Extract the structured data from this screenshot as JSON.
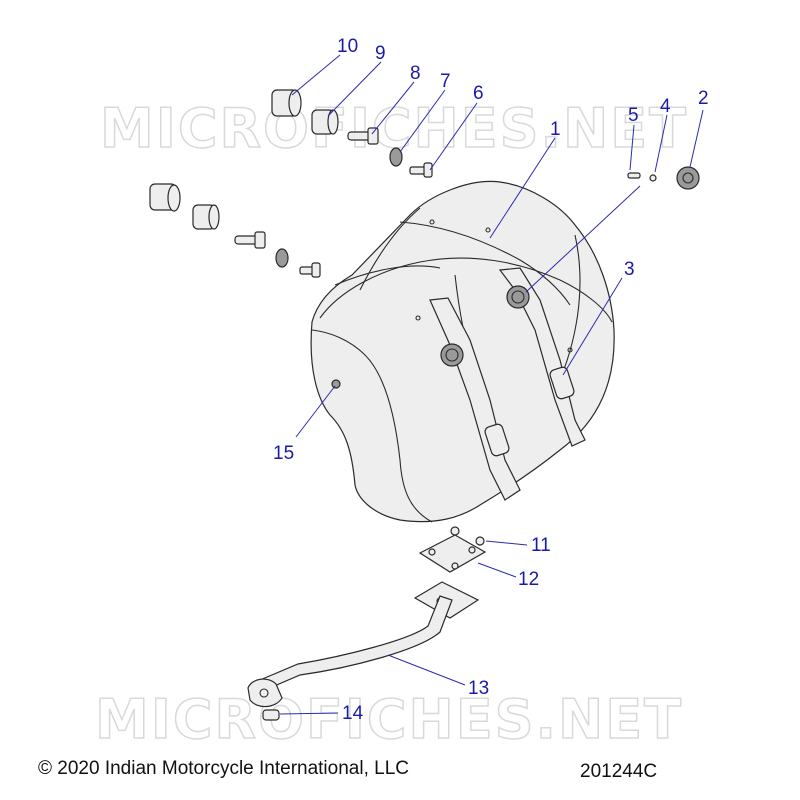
{
  "watermark": "MICROFICHES.NET",
  "callouts": [
    {
      "num": "1"
    },
    {
      "num": "2"
    },
    {
      "num": "3"
    },
    {
      "num": "4"
    },
    {
      "num": "5"
    },
    {
      "num": "6"
    },
    {
      "num": "7"
    },
    {
      "num": "8"
    },
    {
      "num": "9"
    },
    {
      "num": "10"
    },
    {
      "num": "11"
    },
    {
      "num": "12"
    },
    {
      "num": "13"
    },
    {
      "num": "14"
    },
    {
      "num": "15"
    }
  ],
  "footer": {
    "copyright": "© 2020 Indian Motorcycle International, LLC",
    "diagram_id": "201244C"
  },
  "colors": {
    "callout": "#1a1aa8",
    "watermark": "#d9d9d9"
  }
}
